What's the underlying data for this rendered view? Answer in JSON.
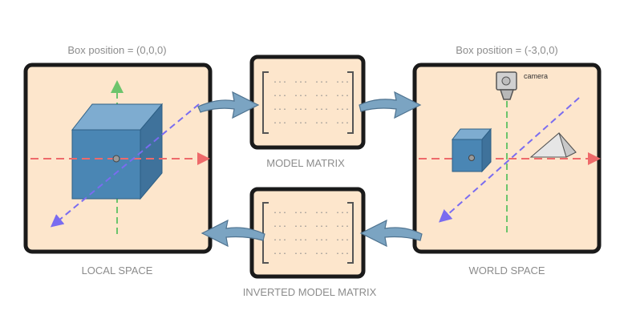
{
  "labels": {
    "local_position": "Box position = (0,0,0)",
    "world_position": "Box position = (-3,0,0)",
    "model_matrix": "MODEL MATRIX",
    "local_space": "LOCAL SPACE",
    "world_space": "WORLD SPACE",
    "inverted_model_matrix": "INVERTED MODEL MATRIX",
    "camera": "camera"
  },
  "matrix_placeholder": "...",
  "colors": {
    "panel_fill": "#fde6cc",
    "panel_border": "#1a1a1a",
    "arrow_fill": "#7ba4c2",
    "arrow_stroke": "#4f7390",
    "x_axis": "#ee6a6a",
    "y_axis": "#6cc46c",
    "z_axis": "#7a6cf0",
    "cube_front": "#4a86b4",
    "label_text": "#8c8c8c"
  }
}
